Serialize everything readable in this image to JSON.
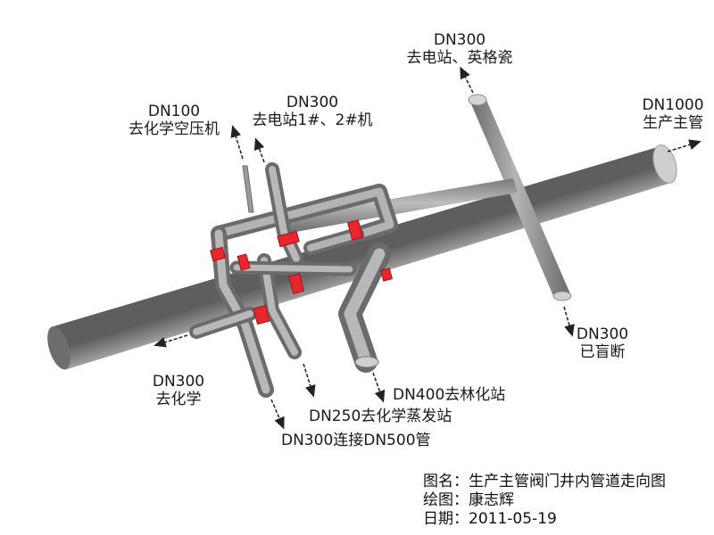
{
  "labels": {
    "dn300_power_ceramic": {
      "size": "DN300",
      "dest": "去电站、英格瓷"
    },
    "dn1000_main": {
      "size": "DN1000",
      "dest": "生产主管"
    },
    "dn100_air": {
      "size": "DN100",
      "dest": "去化学空压机"
    },
    "dn300_power_units": {
      "size": "DN300",
      "dest": "去电站1#、2#机"
    },
    "dn300_blind": {
      "size": "DN300",
      "dest": "已盲断"
    },
    "dn300_chem": {
      "size": "DN300",
      "dest": "去化学"
    },
    "dn400_forest": {
      "text": "DN400去林化站"
    },
    "dn250_evap": {
      "text": "DN250去化学蒸发站"
    },
    "dn300_connect": {
      "text": "DN300连接DN500管"
    }
  },
  "caption": {
    "title": "图名：生产主管阀门井内管道走向图",
    "author": "绘图：康志辉",
    "date": "日期：2011-05-19"
  },
  "colors": {
    "pipe_dark": "#5f5f5f",
    "pipe_mid": "#9a9a9a",
    "pipe_light": "#cfcfcf",
    "valve_red": "#e8262e",
    "arrow": "#222222"
  }
}
